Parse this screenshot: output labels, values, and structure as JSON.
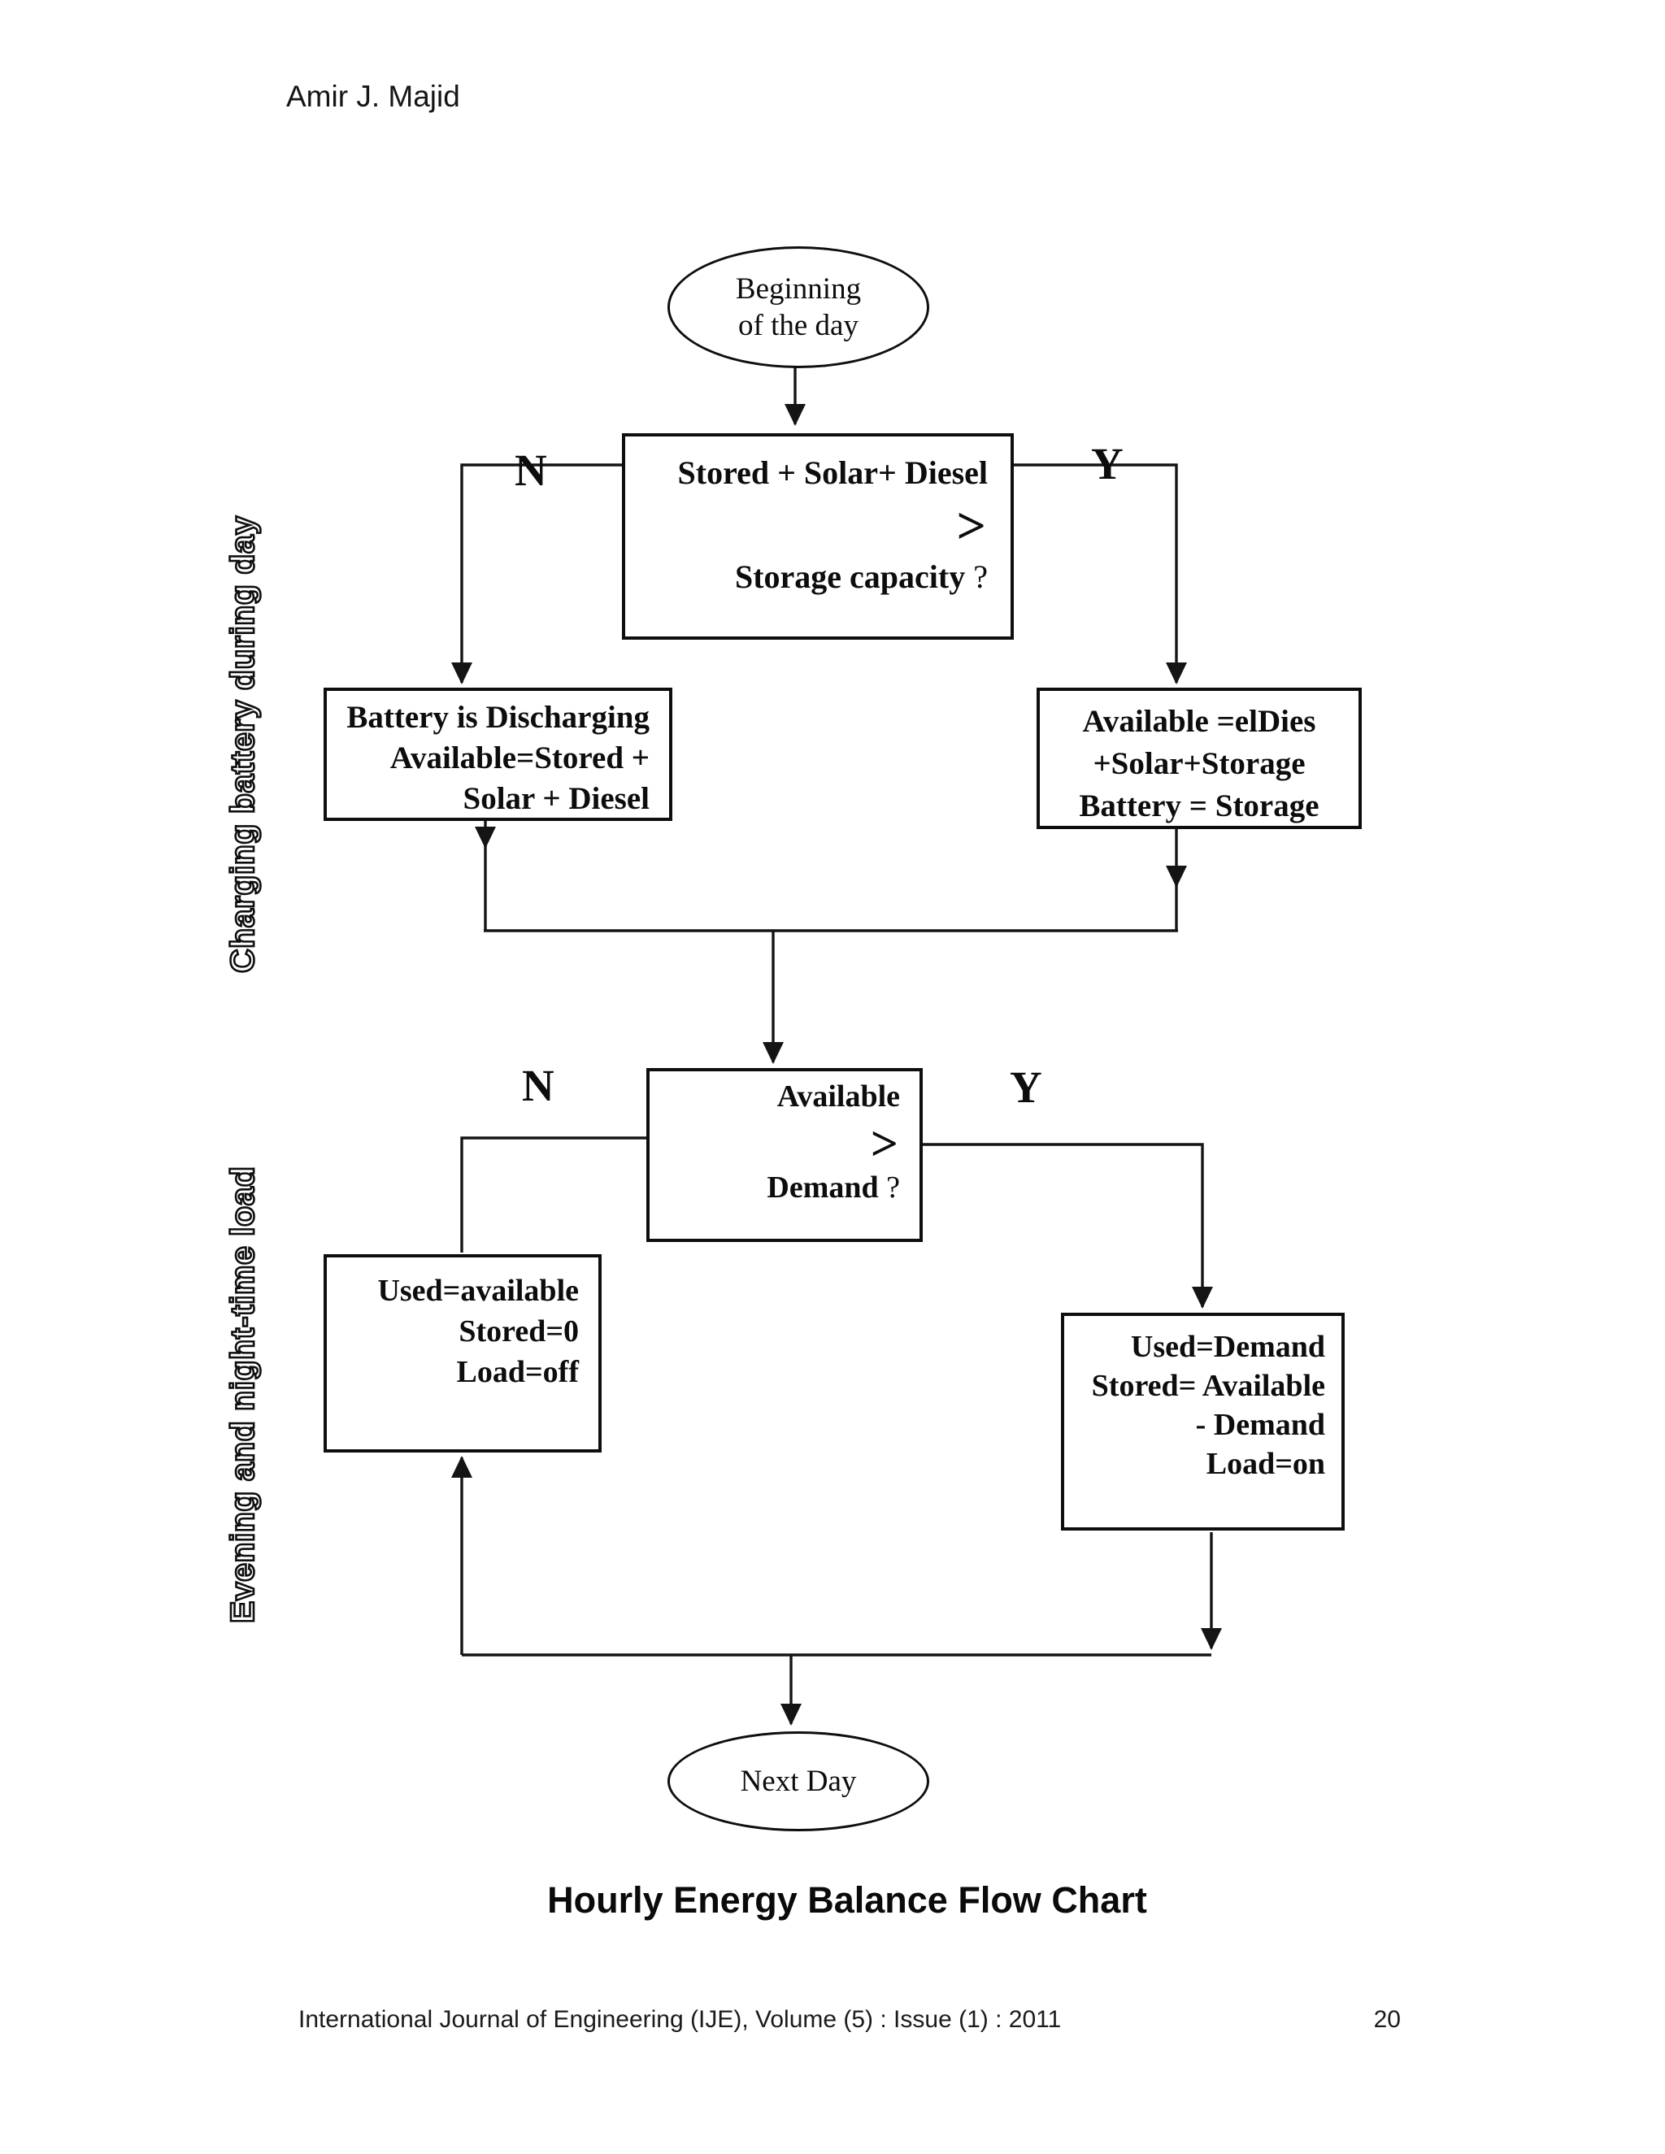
{
  "page": {
    "author": "Amir J. Majid",
    "caption": "Hourly Energy Balance Flow Chart",
    "footer": {
      "journal": "International Journal of Engineering (IJE), Volume (5) : Issue (1) : 2011",
      "page_number": "20"
    }
  },
  "side_labels": {
    "charging": "Charging battery during day",
    "evening": "Evening and night-time load"
  },
  "flowchart": {
    "start": {
      "line1": "Beginning",
      "line2": "of the day"
    },
    "decision1": {
      "line1": "Stored + Solar+ Diesel",
      "operator": ">",
      "line2": "Storage capacity",
      "qmark": "?"
    },
    "branch1": {
      "no": "N",
      "yes": "Y"
    },
    "no1_box": {
      "line1": "Battery is Discharging",
      "line2": "Available=Stored +",
      "line3": "Solar  +  Diesel"
    },
    "yes1_box": {
      "line1": "Available =elDies",
      "line2": "+Solar+Storage",
      "line3": "Battery = Storage"
    },
    "decision2": {
      "line1": "Available",
      "operator": ">",
      "line2": "Demand",
      "qmark": "?"
    },
    "branch2": {
      "no": "N",
      "yes": "Y"
    },
    "no2_box": {
      "line1": "Used=available",
      "line2": "Stored=0",
      "line3": "Load=off"
    },
    "yes2_box": {
      "line1": "Used=Demand",
      "line2": "Stored= Available",
      "line3": "- Demand",
      "line4": "Load=on"
    },
    "end": {
      "label": "Next Day"
    }
  },
  "colors": {
    "ink": "#0e0e0e",
    "background": "#ffffff"
  }
}
